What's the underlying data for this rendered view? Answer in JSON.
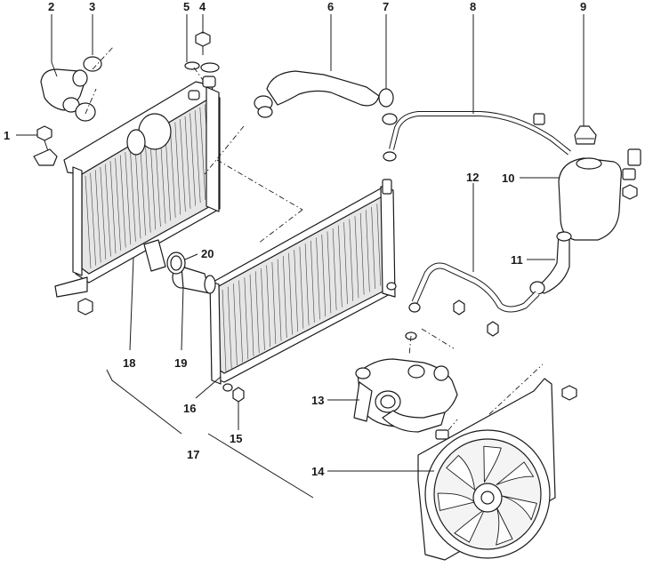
{
  "diagram": {
    "callouts": [
      {
        "id": "c1",
        "label": "1"
      },
      {
        "id": "c2",
        "label": "2"
      },
      {
        "id": "c3",
        "label": "3"
      },
      {
        "id": "c4",
        "label": "4"
      },
      {
        "id": "c5",
        "label": "5"
      },
      {
        "id": "c6",
        "label": "6"
      },
      {
        "id": "c7",
        "label": "7"
      },
      {
        "id": "c8",
        "label": "8"
      },
      {
        "id": "c9",
        "label": "9"
      },
      {
        "id": "c10",
        "label": "10"
      },
      {
        "id": "c11",
        "label": "11"
      },
      {
        "id": "c12",
        "label": "12"
      },
      {
        "id": "c13",
        "label": "13"
      },
      {
        "id": "c14",
        "label": "14"
      },
      {
        "id": "c15",
        "label": "15"
      },
      {
        "id": "c16",
        "label": "16"
      },
      {
        "id": "c17",
        "label": "17"
      },
      {
        "id": "c18",
        "label": "18"
      },
      {
        "id": "c19",
        "label": "19"
      },
      {
        "id": "c20",
        "label": "20"
      }
    ],
    "colors": {
      "ink": "#1a1a1a",
      "background": "#ffffff",
      "shade": "#e6e6e6"
    }
  }
}
